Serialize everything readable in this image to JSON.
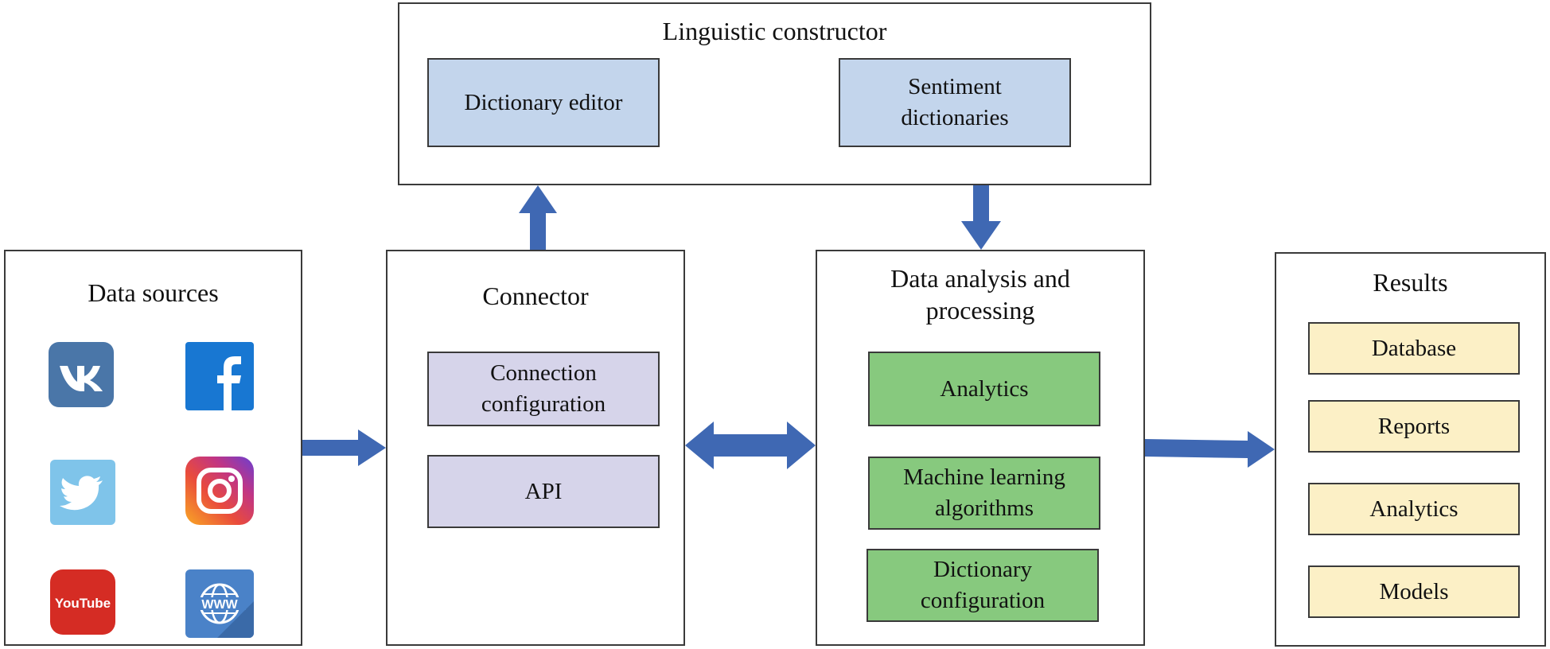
{
  "linguistic": {
    "title": "Linguistic constructor",
    "items": [
      "Dictionary editor",
      "Sentiment\ndictionaries"
    ]
  },
  "sources": {
    "title": "Data sources",
    "icons": [
      "vk-icon",
      "facebook-icon",
      "twitter-icon",
      "instagram-icon",
      "youtube-icon",
      "www-icon"
    ],
    "youtube_text": "YouTube",
    "www_text": "WWW"
  },
  "connector": {
    "title": "Connector",
    "items": [
      "Connection\nconfiguration",
      "API"
    ]
  },
  "analysis": {
    "title": "Data analysis and\nprocessing",
    "items": [
      "Analytics",
      "Machine learning\nalgorithms",
      "Dictionary\nconfiguration"
    ]
  },
  "results": {
    "title": "Results",
    "items": [
      "Database",
      "Reports",
      "Analytics",
      "Models"
    ]
  },
  "colors": {
    "arrow": "#3f68b3",
    "border": "#3a3a3a",
    "linguistic_box": "#c3d5ec",
    "connector_box": "#d6d4ea",
    "analysis_box": "#87c97e",
    "results_box": "#fcf0c6"
  }
}
